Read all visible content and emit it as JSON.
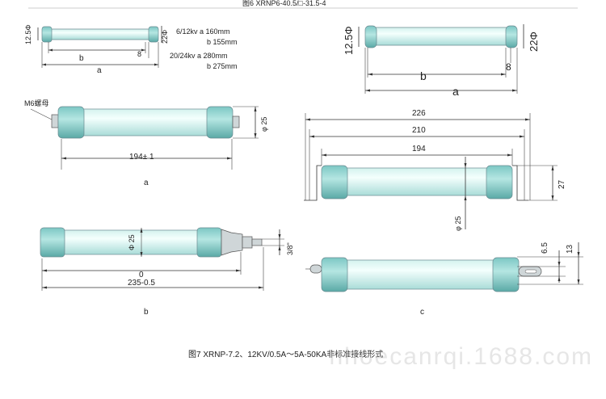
{
  "top": {
    "title": "图6 XRNP6-40.5/□-31.5-4",
    "left_fuse": {
      "d1": "12.5Φ",
      "d2": "22Φ",
      "d3": "8",
      "b": "b",
      "a": "a"
    },
    "spec": {
      "row1": "6/12kv  a 160mm",
      "row2": "b 155mm",
      "row3": "20/24kv  a 280mm",
      "row4": "b 275mm"
    },
    "right_fuse": {
      "d1": "12.5Φ",
      "d2": "22Φ",
      "d3": "8",
      "b": "b",
      "a": "a"
    }
  },
  "fig_a": {
    "nut_label": "M6螺母",
    "dia": "φ 25",
    "length": "194± 1",
    "caption": "a"
  },
  "fig_b": {
    "dia": "Φ 25",
    "thread": "3/8\"",
    "zero": "0",
    "length": "235-0.5",
    "caption": "b"
  },
  "fig_c": {
    "dim_226": "226",
    "dim_210": "210",
    "dim_194": "194",
    "dim_27": "27",
    "dia": "φ 25",
    "dim_65": "6.5",
    "dim_13": "13",
    "caption": "c"
  },
  "bottom_caption": "图7 XRNP-7.2、12KV/0.5A～5A-50KA非标准接线形式",
  "watermark": "nhoecanrqi.1688.com"
}
